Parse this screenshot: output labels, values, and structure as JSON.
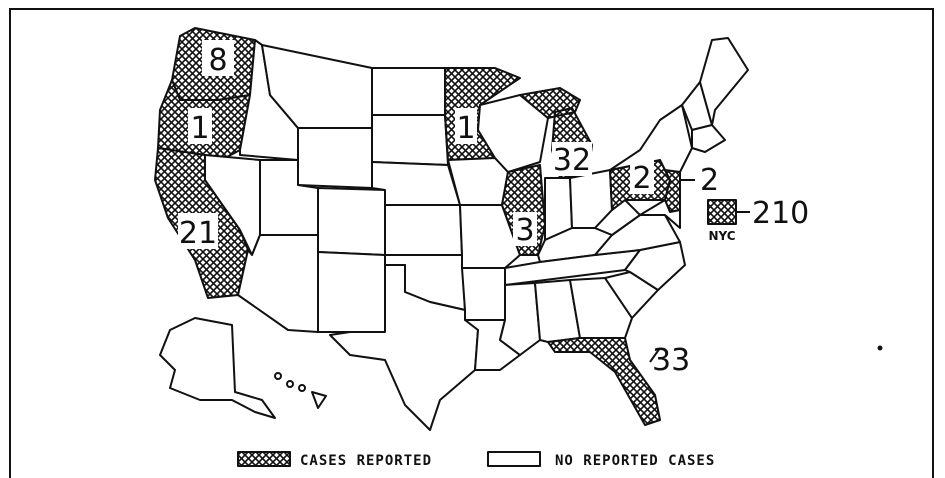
{
  "legend": {
    "reported_label": "CASES REPORTED",
    "none_label": "NO REPORTED CASES"
  },
  "callouts": {
    "nyc_label": "NYC",
    "nyc_value": "210",
    "nj_value": "2",
    "fl_value": "33"
  },
  "states": {
    "washington": "8",
    "oregon": "1",
    "california": "21",
    "minnesota": "1",
    "michigan": "32",
    "illinois": "3",
    "pennsylvania": "2"
  },
  "colors": {
    "ink": "#111111",
    "background": "#ffffff"
  }
}
